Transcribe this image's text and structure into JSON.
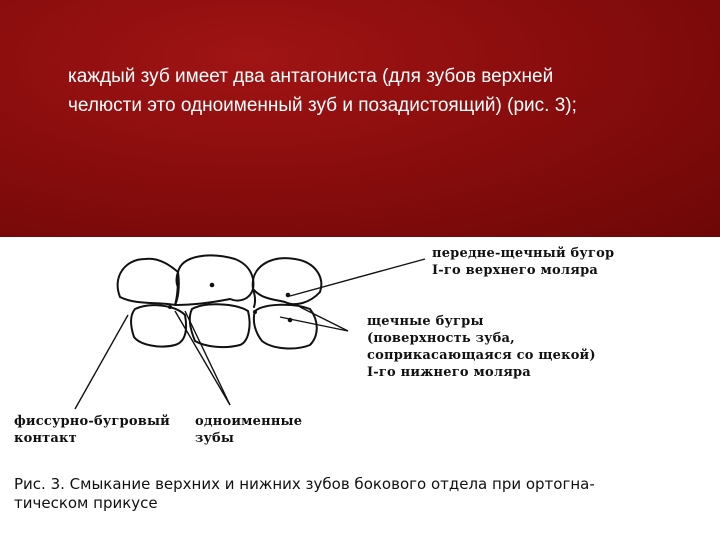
{
  "slide": {
    "heading_line1": "каждый зуб имеет два антагониста (для зубов верхней",
    "heading_line2": "челюсти это одноименный зуб и позадистоящий) (рис. 3);",
    "colors": {
      "header_bg": "#8a0d0d",
      "header_text": "#ffffff"
    }
  },
  "figure": {
    "label_cusp_line1": "передне-щечный бугор",
    "label_cusp_line2": "I-го верхнего моляра",
    "label_buccal_line1": "щечные бугры",
    "label_buccal_line2": "(поверхность зуба,",
    "label_buccal_line3": "соприкасающаяся со щекой)",
    "label_buccal_line4": "I-го нижнего моляра",
    "label_fissure_line1": "фиссурно-бугровый",
    "label_fissure_line2": "контакт",
    "label_same_line1": "одноименные",
    "label_same_line2": "зубы",
    "caption_line1": "Рис. 3. Смыкание верхних и нижних зубов бокового отдела при ортогна-",
    "caption_line2": "тическом прикусе"
  }
}
